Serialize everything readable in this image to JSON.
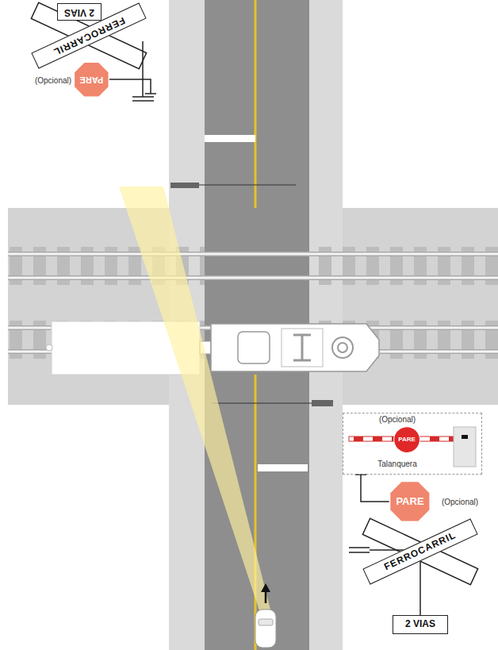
{
  "diagram": {
    "nodes": [
      {
        "text": [
          "2 VIAS"
        ]
      },
      {
        "text": [
          "FERROCARRIL"
        ]
      },
      {
        "text": [
          "PARE"
        ]
      },
      {
        "text": [
          "(Opcional)",
          "Talanquera"
        ]
      },
      {
        "text": [
          "PARE"
        ],
        "in": 3
      },
      {
        "text": [
          "PARE"
        ]
      },
      {
        "text": [
          "FERROCARRIL"
        ]
      },
      {
        "text": [
          "2 VIAS"
        ]
      }
    ],
    "labels": [
      "(Opcional)",
      "(Opcional)"
    ]
  }
}
